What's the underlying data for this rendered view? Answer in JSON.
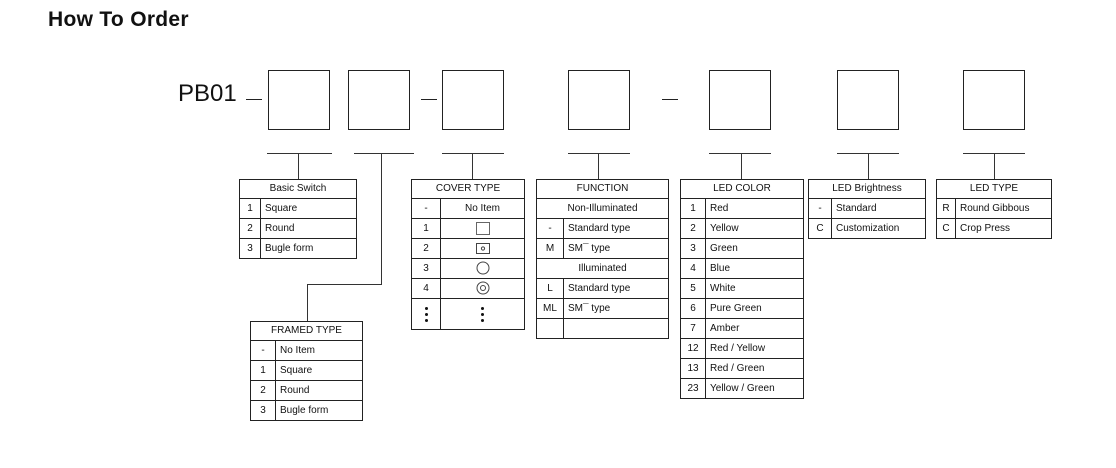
{
  "page": {
    "title": "How To Order"
  },
  "code": {
    "prefix": "PB01",
    "sep1": "—",
    "sep2": "—",
    "sep3": "—"
  },
  "basic_switch": {
    "header": "Basic Switch",
    "rows": [
      {
        "code": "1",
        "label": "Square"
      },
      {
        "code": "2",
        "label": "Round"
      },
      {
        "code": "3",
        "label": "Bugle form"
      }
    ]
  },
  "framed_type": {
    "header": "FRAMED TYPE",
    "rows": [
      {
        "code": "-",
        "label": "No Item"
      },
      {
        "code": "1",
        "label": "Square"
      },
      {
        "code": "2",
        "label": "Round"
      },
      {
        "code": "3",
        "label": "Bugle form"
      }
    ]
  },
  "cover_type": {
    "header": "COVER TYPE",
    "rows": [
      {
        "code": "-",
        "label": "No Item",
        "icon": ""
      },
      {
        "code": "1",
        "label": "",
        "icon": "square-cover-icon"
      },
      {
        "code": "2",
        "label": "",
        "icon": "square-dot-cover-icon"
      },
      {
        "code": "3",
        "label": "",
        "icon": "round-cover-icon"
      },
      {
        "code": "4",
        "label": "",
        "icon": "round-dot-cover-icon"
      },
      {
        "code": "",
        "label": "",
        "icon": "vertical-ellipsis-icon"
      }
    ]
  },
  "function": {
    "header": "FUNCTION",
    "sections": [
      {
        "title": "Non-Illuminated",
        "rows": [
          {
            "code": "-",
            "label": "Standard type"
          },
          {
            "code": "M",
            "label": "SM¯ type"
          }
        ]
      },
      {
        "title": "Illuminated",
        "rows": [
          {
            "code": "L",
            "label": "Standard type"
          },
          {
            "code": "ML",
            "label": "SM¯ type"
          }
        ]
      }
    ]
  },
  "led_color": {
    "header": "LED COLOR",
    "rows": [
      {
        "code": "1",
        "label": "Red"
      },
      {
        "code": "2",
        "label": "Yellow"
      },
      {
        "code": "3",
        "label": "Green"
      },
      {
        "code": "4",
        "label": "Blue"
      },
      {
        "code": "5",
        "label": "White"
      },
      {
        "code": "6",
        "label": "Pure Green"
      },
      {
        "code": "7",
        "label": "Amber"
      },
      {
        "code": "12",
        "label": "Red / Yellow"
      },
      {
        "code": "13",
        "label": "Red / Green"
      },
      {
        "code": "23",
        "label": "Yellow / Green"
      }
    ]
  },
  "led_brightness": {
    "header": "LED Brightness",
    "rows": [
      {
        "code": "-",
        "label": "Standard"
      },
      {
        "code": "C",
        "label": "Customization"
      }
    ]
  },
  "led_type": {
    "header": "LED TYPE",
    "rows": [
      {
        "code": "R",
        "label": "Round Gibbous"
      },
      {
        "code": "C",
        "label": "Crop Press"
      }
    ]
  }
}
